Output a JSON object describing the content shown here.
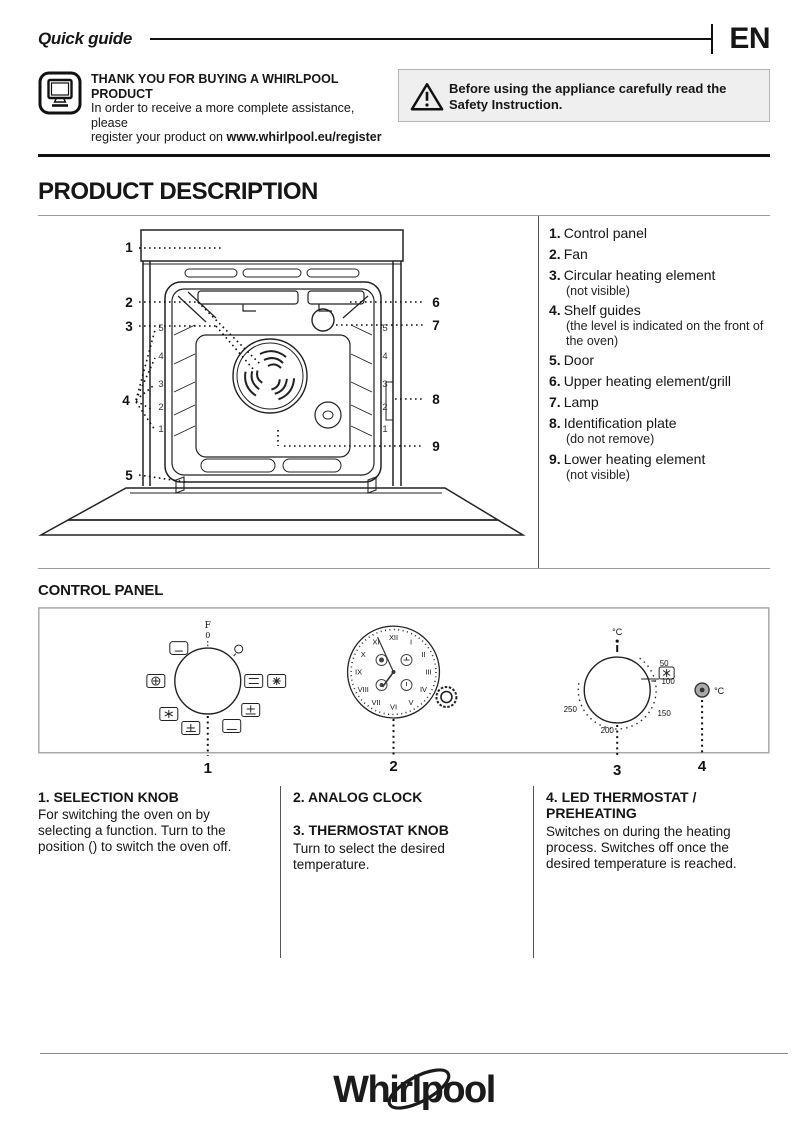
{
  "header": {
    "title": "Quick guide",
    "language": "EN"
  },
  "register_box": {
    "title": "THANK YOU FOR BUYING A WHIRLPOOL PRODUCT",
    "line2": "In order to receive a more complete assistance, please",
    "line3_prefix": "register your product on ",
    "url": "www.whirlpool.eu/register"
  },
  "warning_box": {
    "text": "Before using the appliance carefully read the Safety Instruction."
  },
  "product_description": {
    "title": "PRODUCT DESCRIPTION",
    "parts": [
      {
        "num": "1.",
        "label": "Control panel"
      },
      {
        "num": "2.",
        "label": "Fan"
      },
      {
        "num": "3.",
        "label": "Circular heating element",
        "note": "(not visible)"
      },
      {
        "num": "4.",
        "label": "Shelf guides",
        "note": "(the level is indicated on the front of the oven)"
      },
      {
        "num": "5.",
        "label": "Door"
      },
      {
        "num": "6.",
        "label": "Upper heating element/grill"
      },
      {
        "num": "7.",
        "label": "Lamp"
      },
      {
        "num": "8.",
        "label": "Identification plate",
        "note": "(do not remove)"
      },
      {
        "num": "9.",
        "label": "Lower heating element",
        "note": "(not visible)"
      }
    ]
  },
  "oven_diagram": {
    "callouts": [
      "1",
      "2",
      "3",
      "4",
      "5",
      "6",
      "7",
      "8",
      "9"
    ],
    "shelf_levels_left": [
      "5",
      "4",
      "3",
      "2",
      "1"
    ],
    "shelf_levels_right": [
      "5",
      "4",
      "3",
      "2",
      "1"
    ]
  },
  "control_panel": {
    "title": "CONTROL PANEL",
    "callouts": [
      "1",
      "2",
      "3",
      "4"
    ],
    "selection_knob": {
      "f": "F",
      "zero": "0"
    },
    "clock_numerals": [
      "XII",
      "I",
      "II",
      "III",
      "IV",
      "V",
      "VI",
      "VII",
      "VIII",
      "IX",
      "X",
      "XI"
    ],
    "thermostat": {
      "unit": "°C",
      "t50": "50",
      "t100": "100",
      "t150": "150",
      "t200": "200",
      "t250": "250"
    },
    "led": {
      "unit": "°C"
    }
  },
  "legend": {
    "item1": {
      "heading": "1. SELECTION KNOB",
      "body": "For switching the oven on by selecting a function. Turn to the position () to switch the oven off."
    },
    "item2": {
      "heading": "2. ANALOG CLOCK"
    },
    "item3": {
      "heading": "3. THERMOSTAT KNOB",
      "body": "Turn to select the desired temperature."
    },
    "item4": {
      "heading": "4. LED THERMOSTAT / PREHEATING",
      "body": "Switches on during the heating process. Switches off once the desired temperature is reached."
    }
  },
  "footer": {
    "brand": "Whirlpool"
  }
}
